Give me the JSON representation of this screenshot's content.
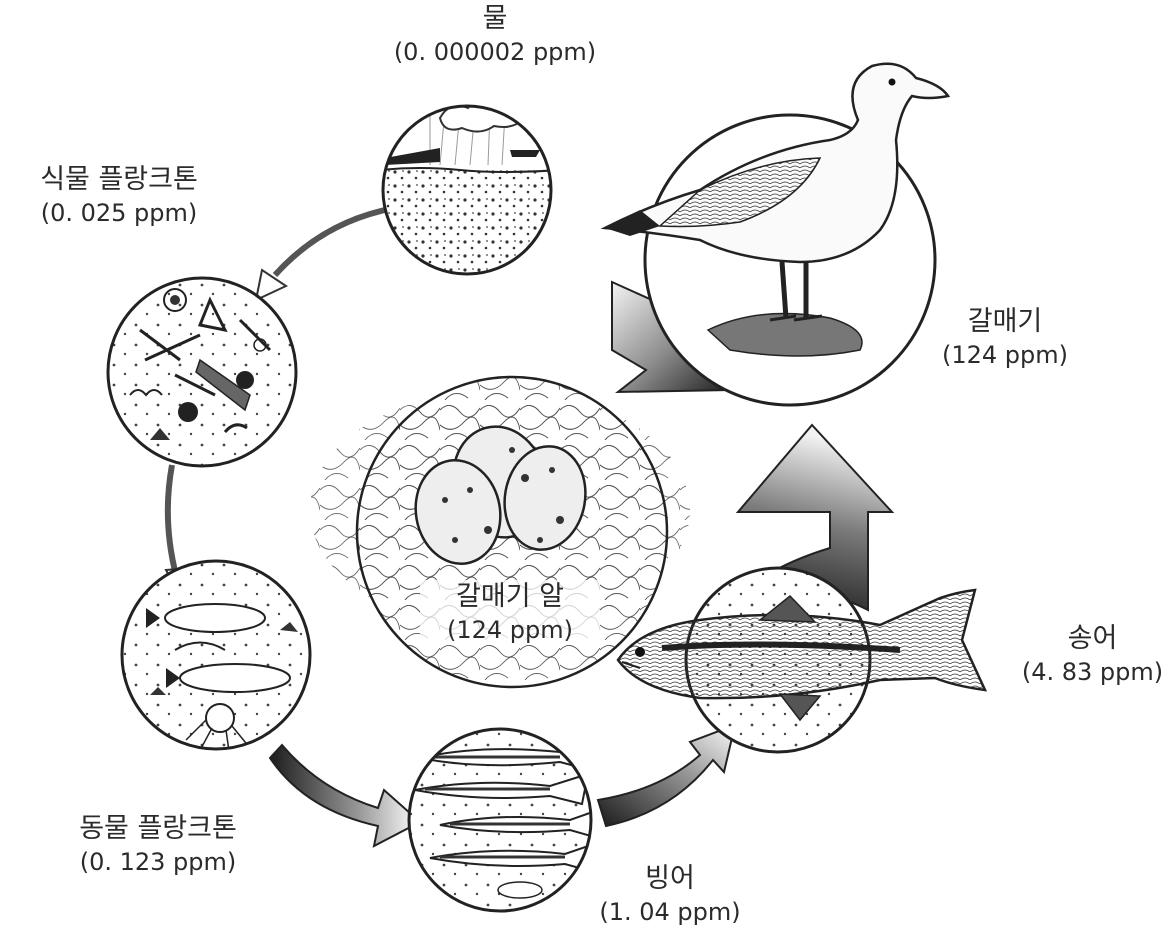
{
  "nodes": {
    "water": {
      "name": "물",
      "value": "(0. 000002 ppm)"
    },
    "phyto": {
      "name": "식물  플랑크톤",
      "value": "(0. 025 ppm)"
    },
    "zoo": {
      "name": "동물  플랑크톤",
      "value": "(0. 123 ppm)"
    },
    "smelt": {
      "name": "빙어",
      "value": "(1. 04 ppm)"
    },
    "trout": {
      "name": "송어",
      "value": "(4. 83 ppm)"
    },
    "gull": {
      "name": "갈매기",
      "value": "(124 ppm)"
    },
    "eggs": {
      "name": "갈매기  알",
      "value": "(124 ppm)"
    }
  }
}
